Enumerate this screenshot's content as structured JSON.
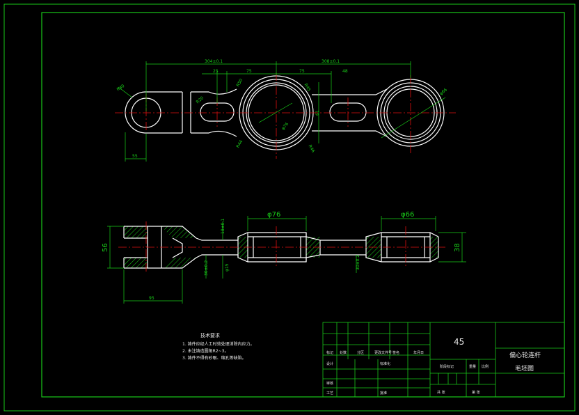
{
  "colors": {
    "background": "#000000",
    "frame": "#19c819",
    "geometry": "#ffffff",
    "dimension": "#19d219",
    "centerline": "#e01010",
    "hatch": "#19d219"
  },
  "dimensions": {
    "top_left_span": "304±0.1",
    "top_right_span": "308±0.1",
    "d_25": "25",
    "d_75a": "75",
    "d_75b": "75",
    "d_48": "48",
    "d_55": "55",
    "d_61": "61",
    "r_40": "R40",
    "r_20": "R20",
    "r_50": "R50",
    "r_45": "R45",
    "phi_76_small": "φ76",
    "phi_66_small": "φ66",
    "r_44": "R44",
    "r_46": "R46",
    "phi_76": "φ76",
    "phi_66": "φ66",
    "h_56": "56",
    "h_38": "38",
    "d_95": "95",
    "v_18": "18±0.1",
    "v_30a": "30±0.2",
    "v_30b": "30±0.2",
    "v_15": "φ15"
  },
  "notes": {
    "title": "技术要求",
    "lines": [
      "1. 铸件应经人工时效处理消除内应力。",
      "2. 未注铸造圆角R2~3。",
      "3. 铸件不得有砂眼、缩孔等缺陷。"
    ]
  },
  "title_block": {
    "material": "45",
    "part_name": "偏心轮连杆",
    "drawing_name": "毛坯图",
    "cells": {
      "mark": "标记",
      "count": "处数",
      "zone": "分区",
      "doc_no": "更改文件号",
      "signature": "签名",
      "date": "年月日",
      "design": "设计",
      "standard": "标准化",
      "stage": "阶段标记",
      "weight": "重量",
      "scale": "比例",
      "review": "审核",
      "process": "工艺",
      "approve": "批准",
      "sheet_total": "共  张",
      "sheet_no": "第  张"
    }
  }
}
